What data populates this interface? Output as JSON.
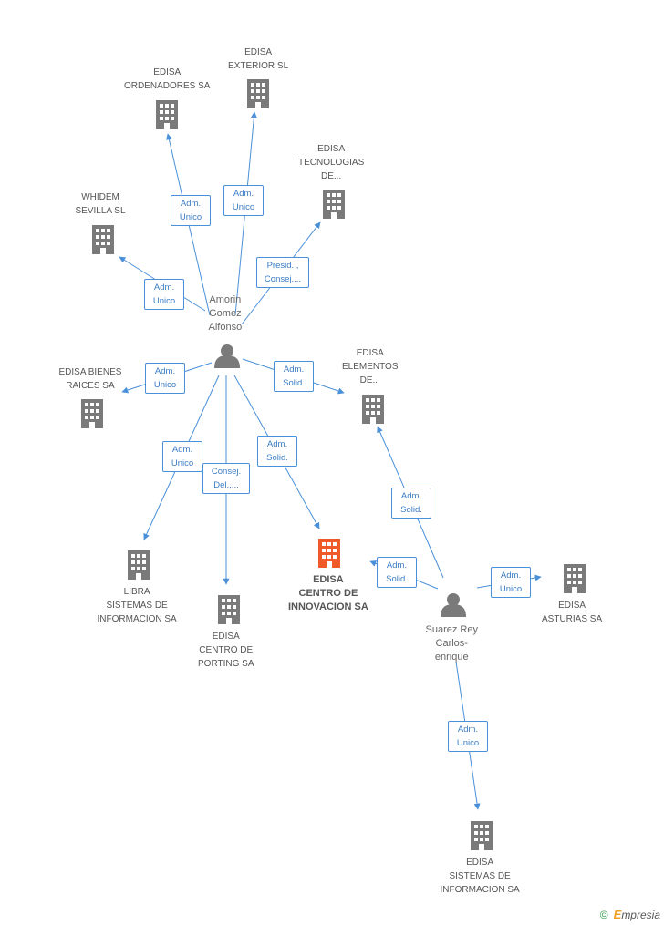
{
  "colors": {
    "edge": "#4a90d9",
    "building": "#7a7a7a",
    "building_main": "#f05a28",
    "person": "#7a7a7a",
    "label": "#555555",
    "role_text": "#3a7cc4"
  },
  "companies": [
    {
      "id": "ordenadores",
      "lines": [
        "EDISA",
        "ORDENADORES SA"
      ],
      "main": false
    },
    {
      "id": "exterior",
      "lines": [
        "EDISA",
        "EXTERIOR SL"
      ],
      "main": false
    },
    {
      "id": "tecnologias",
      "lines": [
        "EDISA",
        "TECNOLOGIAS",
        "DE..."
      ],
      "main": false
    },
    {
      "id": "whidem",
      "lines": [
        "WHIDEM",
        "SEVILLA SL"
      ],
      "main": false
    },
    {
      "id": "bienes",
      "lines": [
        "EDISA BIENES",
        "RAICES SA"
      ],
      "main": false
    },
    {
      "id": "elementos",
      "lines": [
        "EDISA",
        "ELEMENTOS",
        "DE..."
      ],
      "main": false
    },
    {
      "id": "libra",
      "lines": [
        "LIBRA",
        "SISTEMAS DE",
        "INFORMACION SA"
      ],
      "main": false
    },
    {
      "id": "porting",
      "lines": [
        "EDISA",
        "CENTRO DE",
        "PORTING SA"
      ],
      "main": false
    },
    {
      "id": "innovacion",
      "lines": [
        "EDISA",
        "CENTRO DE",
        "INNOVACION SA"
      ],
      "main": true
    },
    {
      "id": "asturias",
      "lines": [
        "EDISA",
        "ASTURIAS SA"
      ],
      "main": false
    },
    {
      "id": "sistemas",
      "lines": [
        "EDISA",
        "SISTEMAS DE",
        "INFORMACION SA"
      ],
      "main": false
    }
  ],
  "persons": [
    {
      "id": "amorin",
      "lines": [
        "Amorin",
        "Gomez",
        "Alfonso"
      ]
    },
    {
      "id": "suarez",
      "lines": [
        "Suarez Rey",
        "Carlos-",
        "enrique"
      ]
    }
  ],
  "roles": [
    {
      "id": "r-ordenadores",
      "lines": [
        "Adm.",
        "Unico"
      ]
    },
    {
      "id": "r-exterior",
      "lines": [
        "Adm.",
        "Unico"
      ]
    },
    {
      "id": "r-tecnologias",
      "lines": [
        "Presid. ,",
        "Consej...."
      ]
    },
    {
      "id": "r-whidem",
      "lines": [
        "Adm.",
        "Unico"
      ]
    },
    {
      "id": "r-bienes",
      "lines": [
        "Adm.",
        "Unico"
      ]
    },
    {
      "id": "r-elementos-a",
      "lines": [
        "Adm.",
        "Solid."
      ]
    },
    {
      "id": "r-libra",
      "lines": [
        "Adm.",
        "Unico"
      ]
    },
    {
      "id": "r-porting",
      "lines": [
        "Consej.",
        "Del.,..."
      ]
    },
    {
      "id": "r-innovacion-a",
      "lines": [
        "Adm.",
        "Solid."
      ]
    },
    {
      "id": "r-elementos-s",
      "lines": [
        "Adm.",
        "Solid."
      ]
    },
    {
      "id": "r-innovacion-s",
      "lines": [
        "Adm.",
        "Solid."
      ]
    },
    {
      "id": "r-asturias",
      "lines": [
        "Adm.",
        "Unico"
      ]
    },
    {
      "id": "r-sistemas",
      "lines": [
        "Adm.",
        "Unico"
      ]
    }
  ],
  "footer": {
    "copyright": "©",
    "brand_initial": "E",
    "brand_rest": "mpresia"
  }
}
